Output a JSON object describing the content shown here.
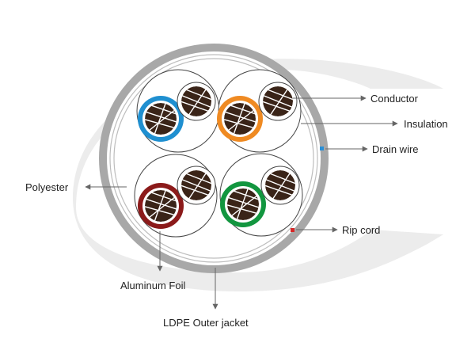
{
  "diagram": {
    "labels": {
      "conductor": "Conductor",
      "insulation": "Insulation",
      "drain_wire": "Drain wire",
      "polyester": "Polyester",
      "rip_cord": "Rip cord",
      "aluminum_foil": "Aluminum Foil",
      "outer_jacket": "LDPE Outer jacket"
    },
    "colors": {
      "background_swoosh": "#ececec",
      "jacket": "#a8a8a8",
      "blue_insulation": "#1f8fd0",
      "orange_insulation": "#ef8a22",
      "brown_insulation": "#8b1a1a",
      "green_insulation": "#12963f",
      "conductor": "#3a2418",
      "drain_wire": "#2a8fd6",
      "rip_cord": "#d62828",
      "leader_line": "#666666"
    },
    "pairs": [
      {
        "name": "blue-white",
        "color": "blue"
      },
      {
        "name": "orange-white",
        "color": "orange"
      },
      {
        "name": "brown-white",
        "color": "brown"
      },
      {
        "name": "green-white",
        "color": "green"
      }
    ]
  }
}
